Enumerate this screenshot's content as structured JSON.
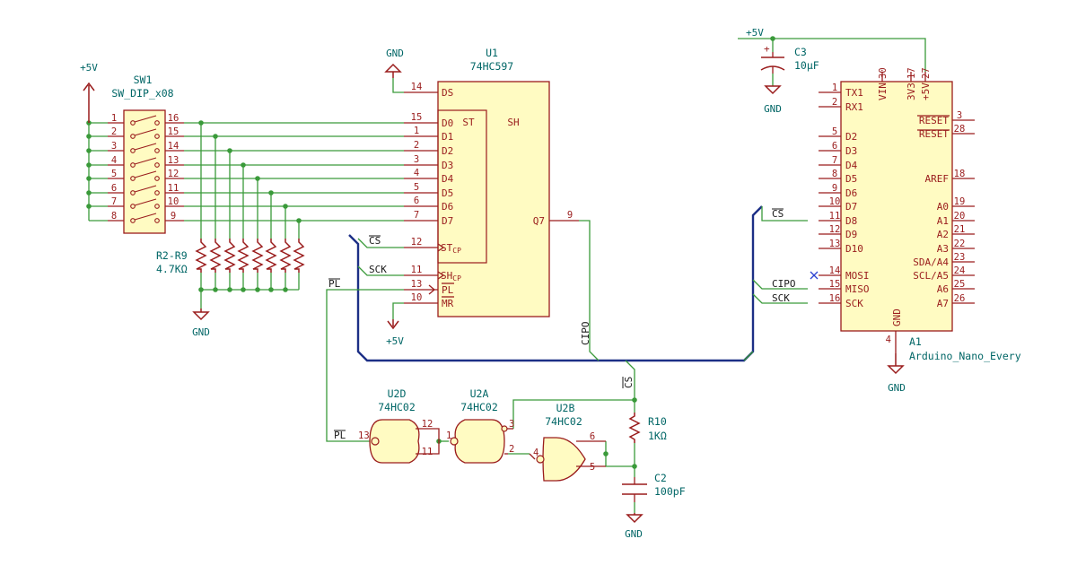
{
  "sw1": {
    "ref": "SW1",
    "value": "SW_DIP_x08",
    "left_pins": [
      "1",
      "2",
      "3",
      "4",
      "5",
      "6",
      "7",
      "8"
    ],
    "right_pins": [
      "16",
      "15",
      "14",
      "13",
      "12",
      "11",
      "10",
      "9"
    ]
  },
  "rnet": {
    "ref": "R2-R9",
    "value": "4.7KΩ"
  },
  "u1": {
    "ref": "U1",
    "value": "74HC597",
    "ds": "DS",
    "d_labels": [
      "D0",
      "D1",
      "D2",
      "D3",
      "D4",
      "D5",
      "D6",
      "D7"
    ],
    "st_label": "ST",
    "sh_label": "SH",
    "q7": "Q7",
    "stcp_main": "ST",
    "stcp_sub": "CP",
    "shcp_main": "SH",
    "shcp_sub": "CP",
    "pl": "PL",
    "mr": "MR",
    "pin_ds": "14",
    "pin_d": [
      "15",
      "1",
      "2",
      "3",
      "4",
      "5",
      "6",
      "7"
    ],
    "pin_stcp": "12",
    "pin_shcp": "11",
    "pin_pl": "13",
    "pin_mr": "10",
    "pin_q7": "9"
  },
  "power": {
    "p5v_sw": "+5V",
    "gnd_r": "GND",
    "gnd_u1": "GND",
    "p5v_u1": "+5V",
    "p5v_top": "+5V",
    "gnd_c3": "GND",
    "gnd_a1": "GND",
    "gnd_c2": "GND"
  },
  "c3": {
    "ref": "C3",
    "value": "10µF",
    "plus": "+"
  },
  "a1": {
    "ref": "A1",
    "value": "Arduino_Nano_Every",
    "left": [
      {
        "pin": "1",
        "label": "TX1"
      },
      {
        "pin": "2",
        "label": "RX1"
      },
      {
        "pin": "5",
        "label": "D2"
      },
      {
        "pin": "6",
        "label": "D3"
      },
      {
        "pin": "7",
        "label": "D4"
      },
      {
        "pin": "8",
        "label": "D5"
      },
      {
        "pin": "9",
        "label": "D6"
      },
      {
        "pin": "10",
        "label": "D7"
      },
      {
        "pin": "11",
        "label": "D8"
      },
      {
        "pin": "12",
        "label": "D9"
      },
      {
        "pin": "13",
        "label": "D10"
      },
      {
        "pin": "14",
        "label": "MOSI"
      },
      {
        "pin": "15",
        "label": "MISO"
      },
      {
        "pin": "16",
        "label": "SCK"
      }
    ],
    "right": [
      {
        "pin": "3",
        "label": "RESET"
      },
      {
        "pin": "28",
        "label": "RESET"
      },
      {
        "pin": "18",
        "label": "AREF"
      },
      {
        "pin": "19",
        "label": "A0"
      },
      {
        "pin": "20",
        "label": "A1"
      },
      {
        "pin": "21",
        "label": "A2"
      },
      {
        "pin": "22",
        "label": "A3"
      },
      {
        "pin": "23",
        "label": "SDA/A4"
      },
      {
        "pin": "24",
        "label": "SCL/A5"
      },
      {
        "pin": "25",
        "label": "A6"
      },
      {
        "pin": "26",
        "label": "A7"
      }
    ],
    "top": [
      {
        "pin": "30",
        "label": "VIN"
      },
      {
        "pin": "17",
        "label": "3V3"
      },
      {
        "pin": "27",
        "label": "+5V"
      }
    ],
    "bottom": {
      "pin": "4",
      "label": "GND"
    }
  },
  "nets": {
    "cs_u1": "CS",
    "sck_u1": "SCK",
    "pl_u1": "PL",
    "cs_a1": "CS",
    "cipo_a1": "CIPO",
    "sck_a1": "SCK",
    "cipo_vert": "CIPO",
    "cs_vert": "CS",
    "pl_gate": "PL"
  },
  "gates": [
    {
      "ref": "U2D",
      "value": "74HC02",
      "pins": [
        "13",
        "11",
        "12"
      ]
    },
    {
      "ref": "U2A",
      "value": "74HC02",
      "pins": [
        "3",
        "2",
        "1"
      ]
    },
    {
      "ref": "U2B",
      "value": "74HC02",
      "pins": [
        "6",
        "5",
        "4"
      ]
    }
  ],
  "r10": {
    "ref": "R10",
    "value": "1KΩ"
  },
  "c2": {
    "ref": "C2",
    "value": "100pF"
  },
  "colors": {
    "wire": "#3a9a3a",
    "bus": "#1c2f86",
    "component": "#9a1c1c",
    "body_fill": "#fffbc2",
    "reference": "#006666"
  }
}
